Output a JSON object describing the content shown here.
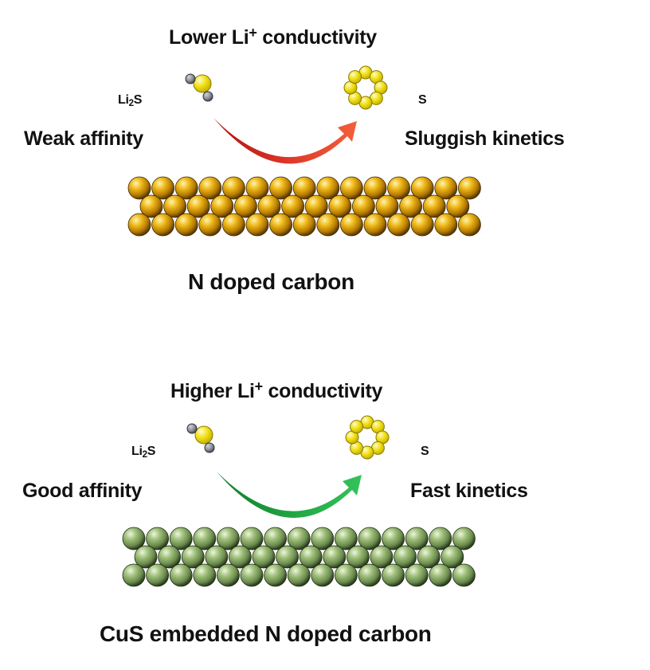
{
  "panels": [
    {
      "id": "top",
      "conductivity": {
        "pre": "Lower Li",
        "sup": "+",
        "post": " conductivity"
      },
      "reactant": {
        "pre": "Li",
        "sub": "2",
        "post": "S"
      },
      "product": "S",
      "affinity": "Weak affinity",
      "kinetics": "Sluggish kinetics",
      "substrate_label": "N doped carbon",
      "arrow_color": "#d42222",
      "sphere_color": "#d89a00"
    },
    {
      "id": "bottom",
      "conductivity": {
        "pre": "Higher Li",
        "sup": "+",
        "post": " conductivity"
      },
      "reactant": {
        "pre": "Li",
        "sub": "2",
        "post": "S"
      },
      "product": "S",
      "affinity": "Good affinity",
      "kinetics": "Fast kinetics",
      "substrate_label": "CuS embedded N doped carbon",
      "arrow_color": "#1fa23c",
      "sphere_color": "#8fb06a"
    }
  ],
  "molecule_colors": {
    "sulfur": "#f2e21a",
    "lithium": "#8a8f99"
  }
}
